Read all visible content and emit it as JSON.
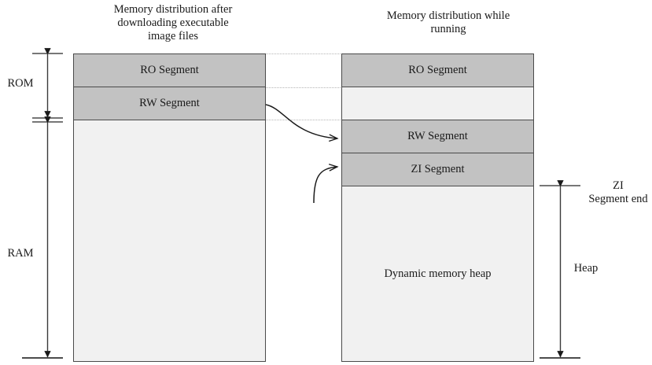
{
  "diagram": {
    "titles": {
      "left": "Memory distribution after\ndownloading executable\nimage files",
      "right": "Memory distribution while\nrunning"
    },
    "left_column": {
      "segments": [
        {
          "label": "RO Segment",
          "fill": "#c2c2c2"
        },
        {
          "label": "RW Segment",
          "fill": "#c2c2c2"
        },
        {
          "label": "",
          "fill": "#f1f1f1"
        }
      ]
    },
    "right_column": {
      "segments": [
        {
          "label": "RO Segment",
          "fill": "#c2c2c2"
        },
        {
          "label": "",
          "fill": "#f1f1f1"
        },
        {
          "label": "RW Segment",
          "fill": "#c2c2c2"
        },
        {
          "label": "ZI Segment",
          "fill": "#c2c2c2"
        },
        {
          "label": "Dynamic memory heap",
          "fill": "#f1f1f1"
        }
      ]
    },
    "left_axis": {
      "rom_label": "ROM",
      "ram_label": "RAM"
    },
    "right_axis": {
      "zi_end_label": "ZI\nSegment end",
      "heap_label": "Heap"
    },
    "colors": {
      "segment_fill": "#c2c2c2",
      "empty_fill": "#f1f1f1",
      "border": "#4a4a4a",
      "guide_line": "#b5b5b5",
      "arrow": "#1a1a1a",
      "background": "#ffffff"
    }
  }
}
